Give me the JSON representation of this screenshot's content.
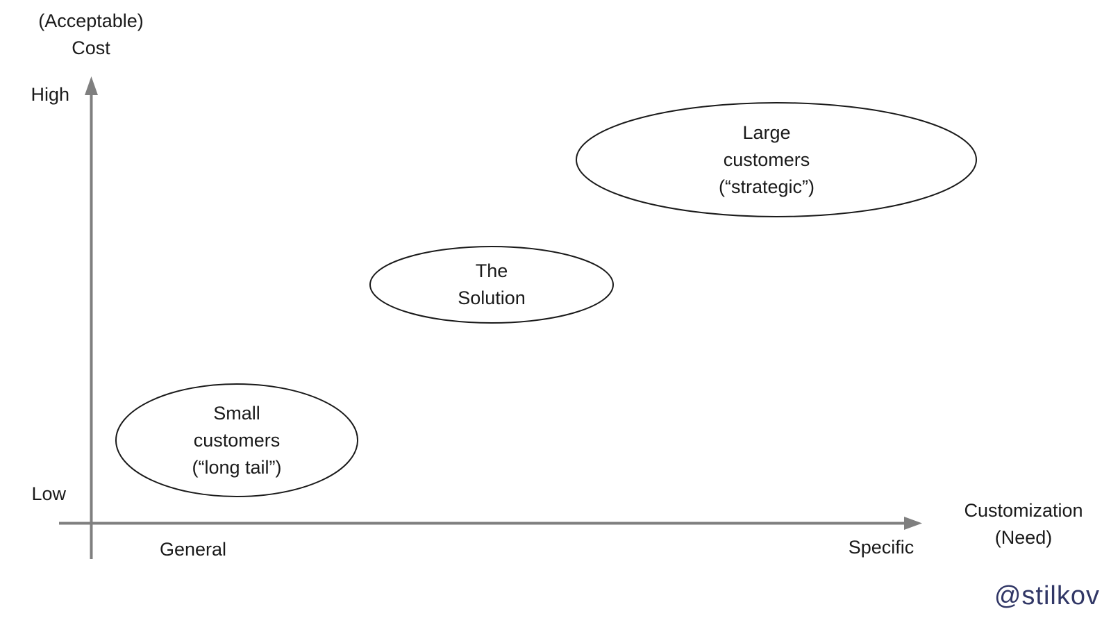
{
  "diagram": {
    "y_axis": {
      "title_line1": "(Acceptable)",
      "title_line2": "Cost",
      "top_label": "High",
      "bottom_label": "Low"
    },
    "x_axis": {
      "title_line1": "Customization",
      "title_line2": "(Need)",
      "left_label": "General",
      "right_label": "Specific"
    },
    "ellipses": {
      "small_customers": {
        "line1": "Small",
        "line2": "customers",
        "line3": "(“long tail”)"
      },
      "solution": {
        "line1": "The",
        "line2": "Solution"
      },
      "large_customers": {
        "line1": "Large",
        "line2": "customers",
        "line3": "(“strategic”)"
      }
    },
    "watermark": "@stilkov"
  },
  "colors": {
    "axis": "#7f7f7f",
    "stroke": "#1a1a1a",
    "text": "#1a1a1a",
    "watermark": "#313766",
    "bg": "#ffffff"
  }
}
